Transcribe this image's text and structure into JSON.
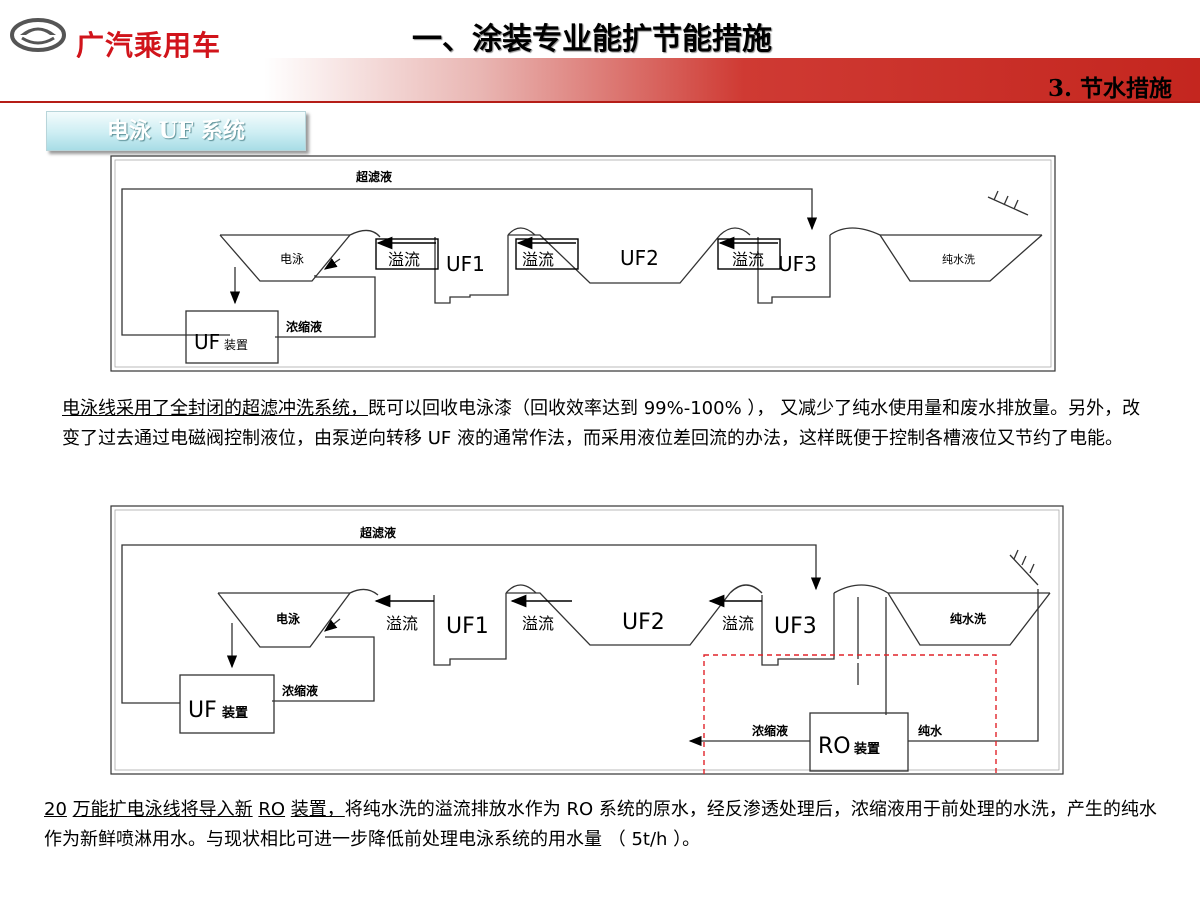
{
  "brand": {
    "name": "广汽乘用车",
    "logo_color": "#d1141b"
  },
  "header": {
    "title": "一、涂装专业能扩节能措施",
    "subtitle": "3. 节水措施",
    "accent_color": "#c4261f"
  },
  "section": {
    "label": "电泳 UF 系统"
  },
  "diagram1": {
    "ultrafiltrate": "超滤液",
    "tank_ed": "电泳",
    "overflow": "溢流",
    "uf1": "UF1",
    "uf2": "UF2",
    "uf3": "UF3",
    "pure_rinse": "纯水洗",
    "uf_device_uf": "UF",
    "uf_device_cn": "装置",
    "concentrate": "浓缩液"
  },
  "paragraph1": {
    "underlined": "电泳线采用了全封闭的超滤冲洗系统，",
    "rest": "既可以回收电泳漆（回收效率达到 99%-100% ）， 又减少了纯水使用量和废水排放量。另外，改变了过去通过电磁阀控制液位，由泵逆向转移 UF 液的通常作法，而采用液位差回流的办法，这样既便于控制各槽液位又节约了电能。"
  },
  "diagram2": {
    "ultrafiltrate": "超滤液",
    "tank_ed": "电泳",
    "overflow": "溢流",
    "uf1": "UF1",
    "uf2": "UF2",
    "uf3": "UF3",
    "pure_rinse": "纯水洗",
    "uf_device_uf": "UF",
    "uf_device_cn": "装置",
    "concentrate": "浓缩液",
    "ro_concentrate": "浓缩液",
    "ro_device_ro": "RO",
    "ro_device_cn": "装置",
    "pure_water": "纯水",
    "highlight_color": "#e0242a"
  },
  "paragraph2": {
    "u1": "20",
    "t1": " ",
    "u2": "万能扩电泳线将导入新",
    "t2": " ",
    "u3": "RO",
    "t3": " ",
    "u4": "装置，",
    "rest": "将纯水洗的溢流排放水作为 RO 系统的原水，经反渗透处理后，浓缩液用于前处理的水洗，产生的纯水作为新鲜喷淋用水。与现状相比可进一步降低前处理电泳系统的用水量 （ 5t/h ）。"
  }
}
